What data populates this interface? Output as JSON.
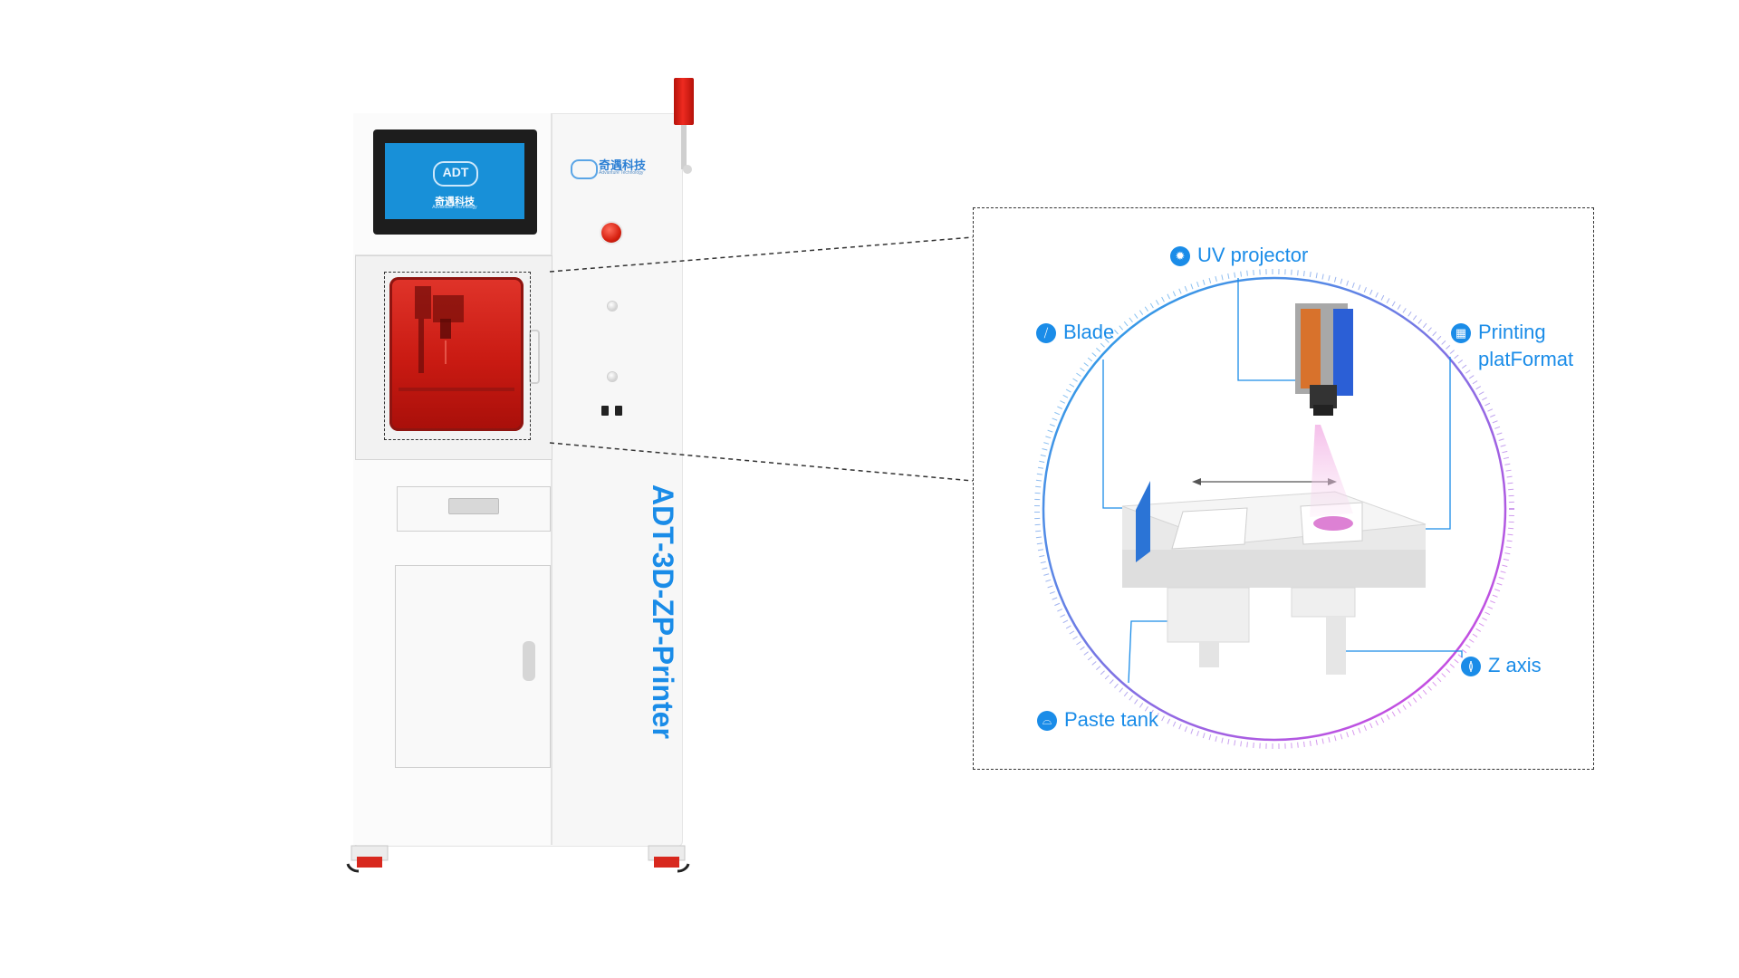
{
  "machine": {
    "screen_brand_cn": "奇遇科技",
    "screen_brand_en": "Advanture Technology",
    "panel_brand_cn": "奇遇科技",
    "panel_brand_en": "Advanture Technology",
    "model_name": "ADT-3D-ZP-Printer"
  },
  "detail": {
    "labels": {
      "uv_projector": "UV projector",
      "blade": "Blade",
      "printing_platform_line1": "Printing",
      "printing_platform_line2": "platFormat",
      "z_axis": "Z axis",
      "paste_tank": "Paste tank"
    }
  },
  "colors": {
    "accent": "#1a8ce8",
    "ring_start": "#1aa8e8",
    "ring_end": "#e040e0",
    "chamber_red": "#d22218",
    "lamp_red": "#e8261e"
  },
  "icons": {
    "uv_projector": "sun-burst-icon",
    "blade": "blade-icon",
    "printing_platform": "platform-icon",
    "z_axis": "z-axis-icon",
    "paste_tank": "tank-icon"
  }
}
